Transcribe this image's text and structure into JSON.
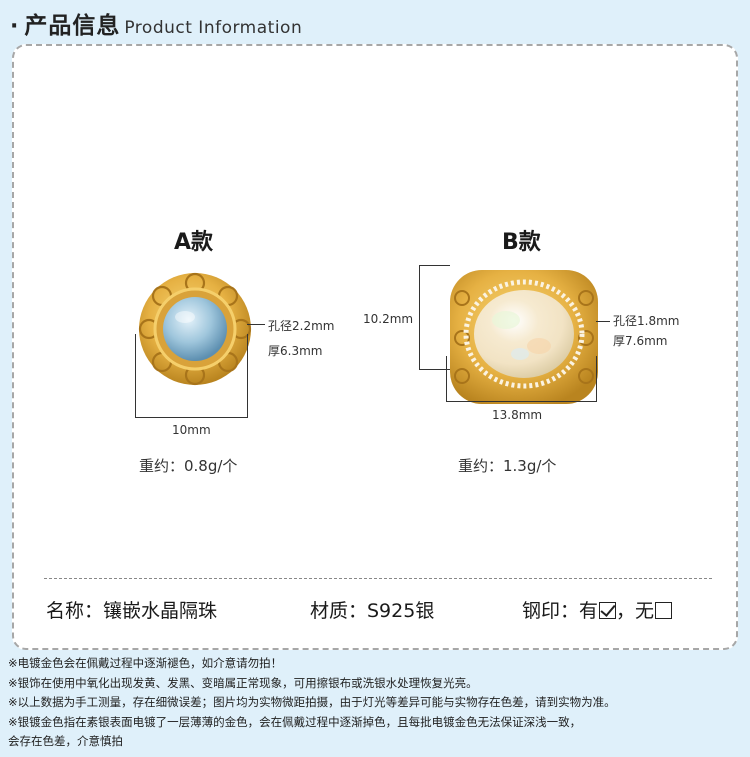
{
  "header": {
    "bullet": "·",
    "title_cn": "产品信息",
    "title_en": "Product Information"
  },
  "products": [
    {
      "label": "A款",
      "hole": "孔径2.2mm",
      "thickness": "厚6.3mm",
      "width": "10mm",
      "weight": "重约：0.8g/个",
      "stone_color": "#9fc6dc",
      "metal_color": "#e6b143"
    },
    {
      "label": "B款",
      "height": "10.2mm",
      "hole": "孔径1.8mm",
      "thickness": "厚7.6mm",
      "width": "13.8mm",
      "weight": "重约：1.3g/个",
      "stone_color": "#f2e3c4",
      "metal_color": "#e6b143"
    }
  ],
  "specs": {
    "name": "名称：镶嵌水晶隔珠",
    "material": "材质：S925银",
    "stamp_label": "钢印：",
    "stamp_yes": "有",
    "stamp_sep": "，",
    "stamp_no": "无",
    "stamp_yes_checked": true
  },
  "notes": [
    "※电镀金色会在佩戴过程中逐渐褪色，如介意请勿拍！",
    "※银饰在使用中氧化出现发黄、发黑、变暗属正常现象，可用擦银布或洗银水处理恢复光亮。",
    "※以上数据为手工测量，存在细微误差；图片均为实物微距拍摄，由于灯光等差异可能与实物存在色差，请到实物为准。",
    "※银镀金色指在素银表面电镀了一层薄薄的金色，会在佩戴过程中逐渐掉色，且每批电镀金色无法保证深浅一致，",
    "会存在色差，介意慎拍"
  ]
}
